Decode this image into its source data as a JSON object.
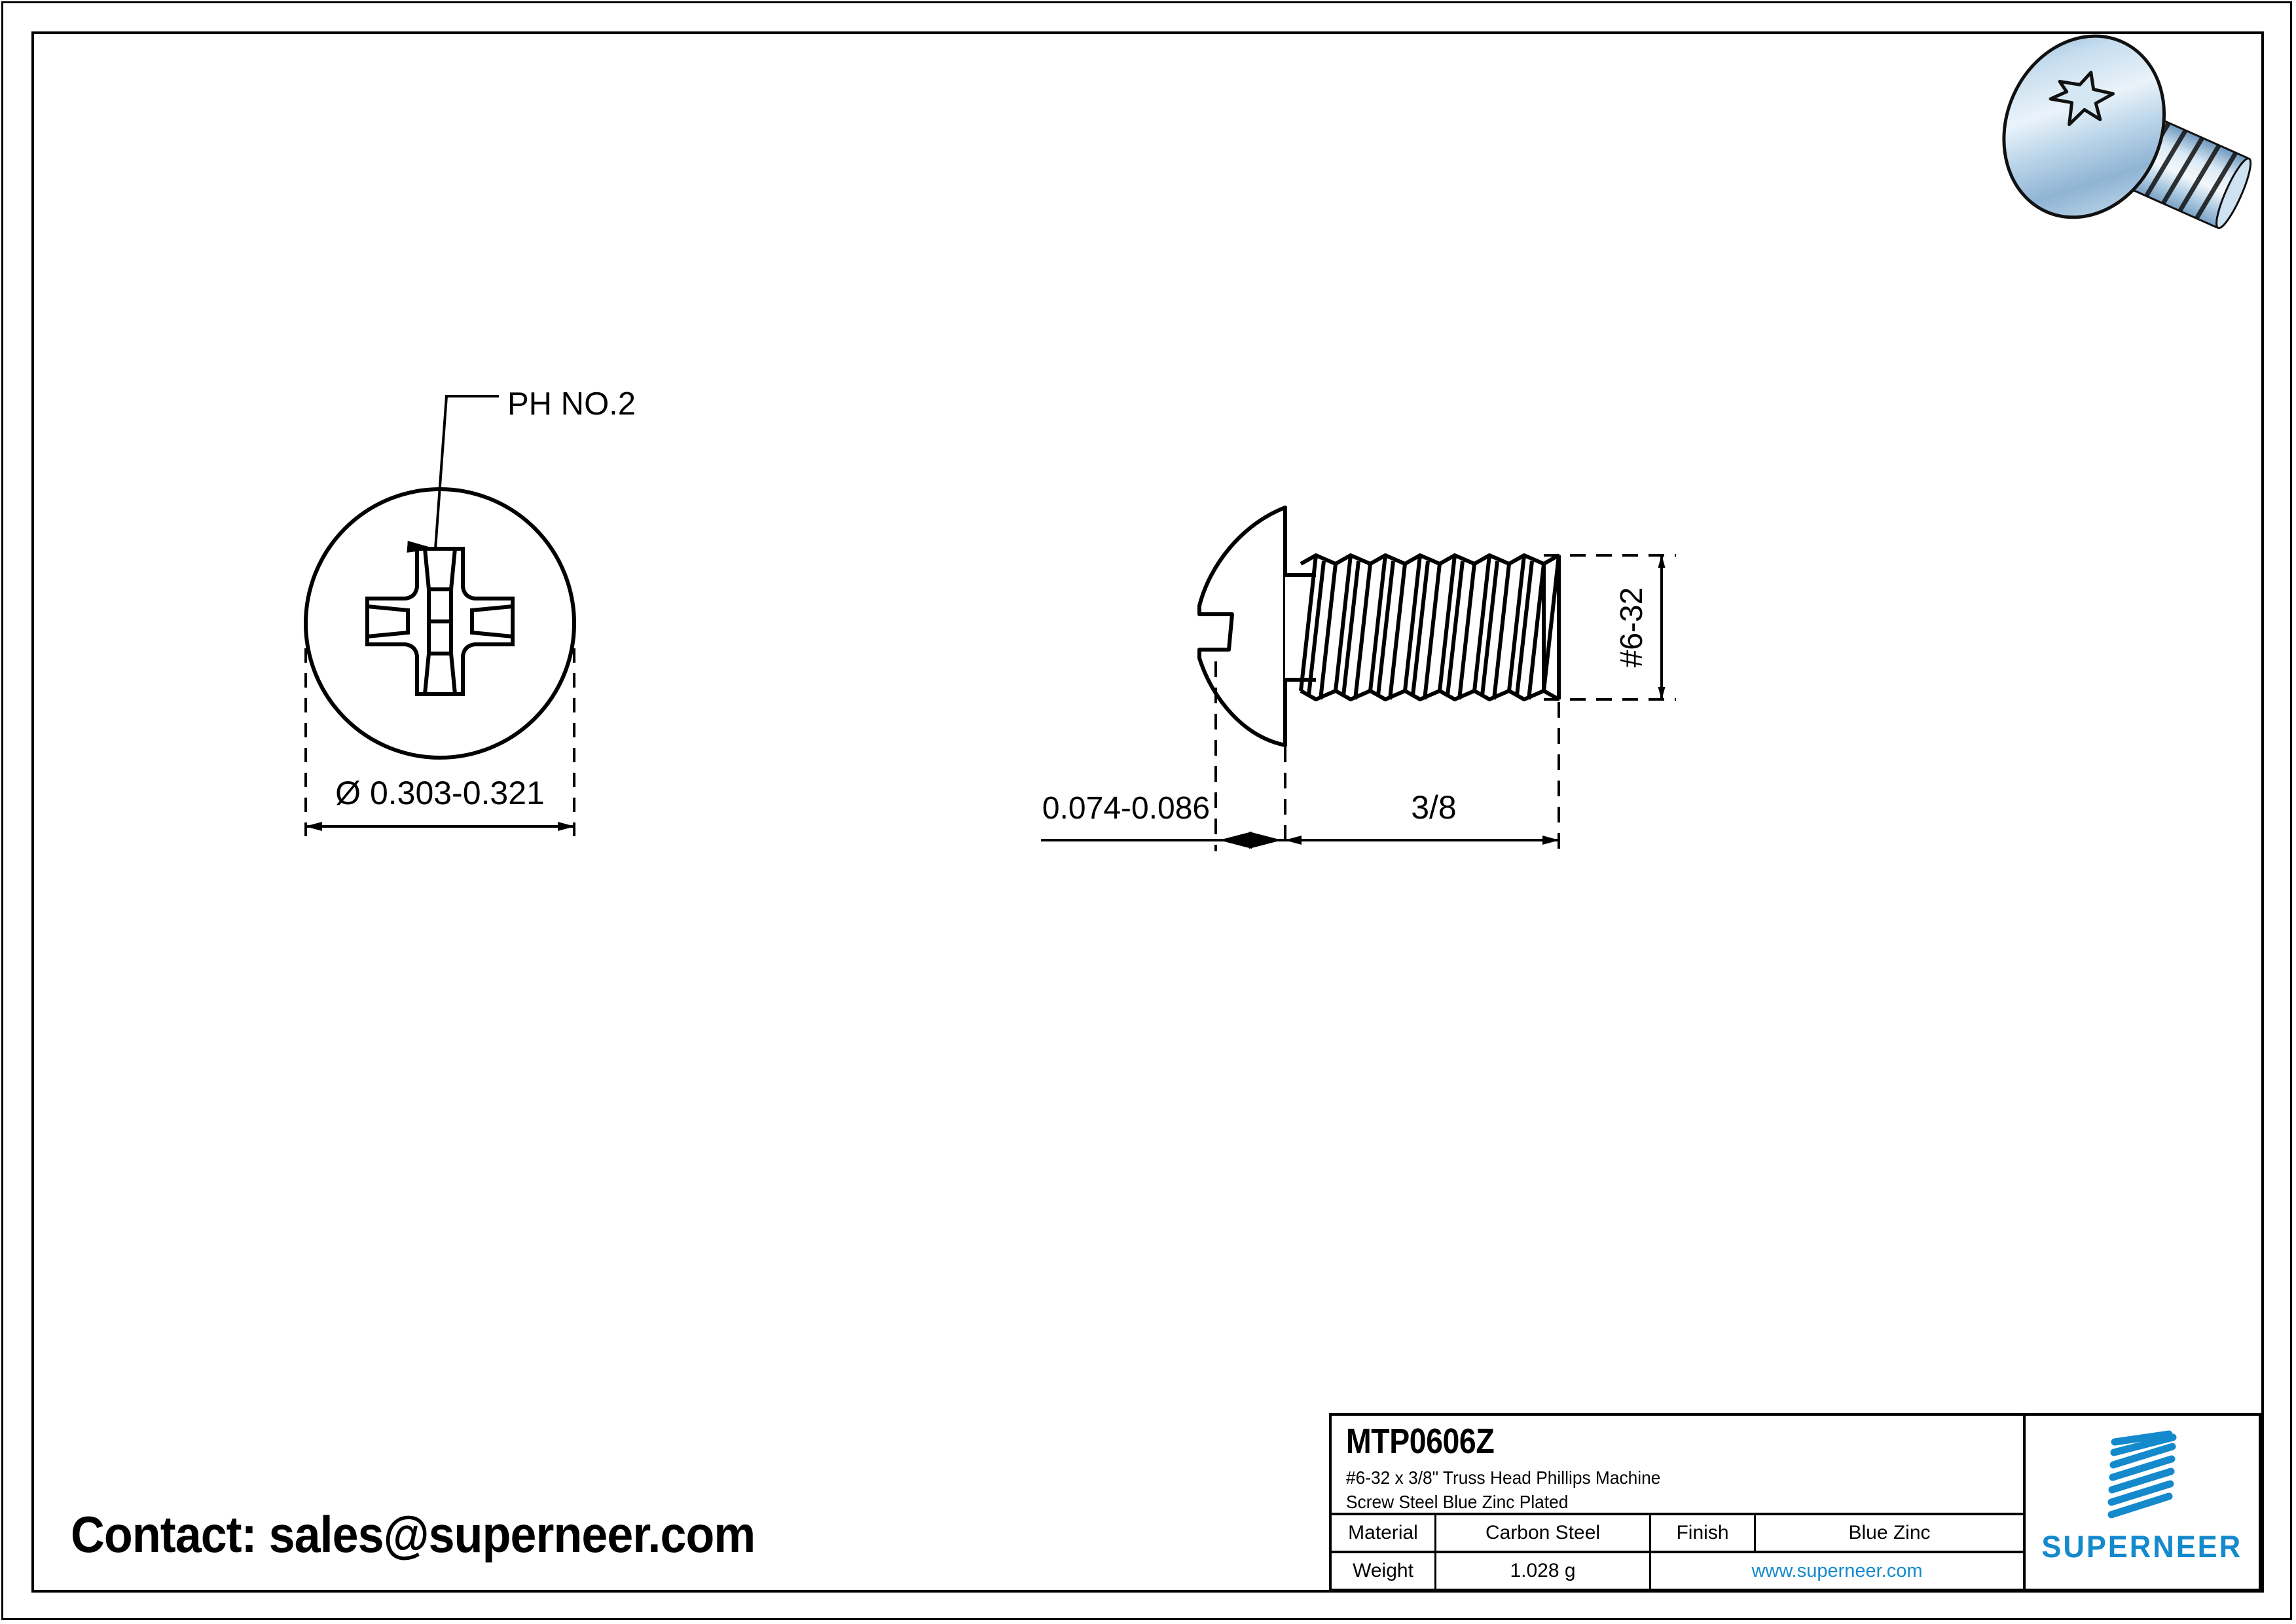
{
  "sheet": {
    "contact_text": "Contact: sales@superneer.com"
  },
  "top_view": {
    "callout_label": "PH NO.2",
    "diameter_dimension": "Ø 0.303-0.321"
  },
  "side_view": {
    "head_height_dimension": "0.074-0.086",
    "length_dimension": "3/8",
    "thread_dimension": "#6-32"
  },
  "title_block": {
    "part_number": "MTP0606Z",
    "description_line_1": "#6-32 x 3/8\" Truss Head Phillips Machine",
    "description_line_2": "Screw Steel Blue Zinc Plated",
    "material_label": "Material",
    "material_value": "Carbon Steel",
    "finish_label": "Finish",
    "finish_value": "Blue Zinc",
    "weight_label": "Weight",
    "weight_value": "1.028 g",
    "website": "www.superneer.com",
    "brand_name": "SUPERNEER",
    "brand_color": "#1489cc"
  },
  "render": {
    "alt": "3D render of blue zinc plated truss head Phillips machine screw"
  }
}
